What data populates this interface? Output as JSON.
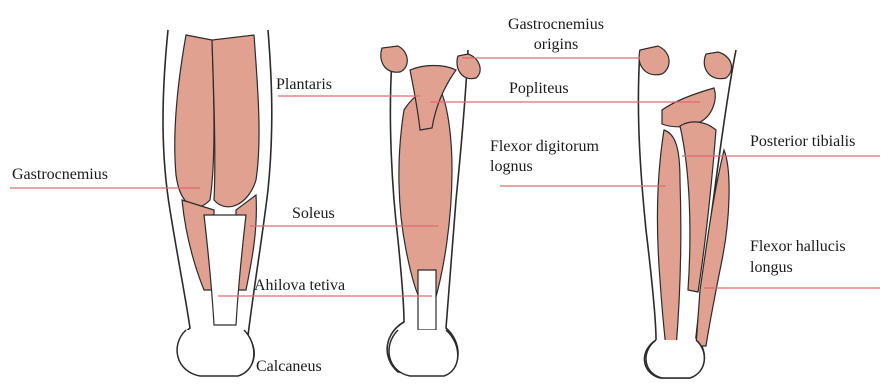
{
  "colors": {
    "muscle": "#e0a191",
    "muscle_dark": "#b96f60",
    "outline": "#2b2b2b",
    "leader_line": "#e06a72",
    "background": "#ffffff"
  },
  "labels": {
    "gastrocnemius": "Gastrocnemius",
    "plantaris": "Plantaris",
    "gastrocnemius_origins_1": "Gastrocnemius",
    "gastrocnemius_origins_2": "origins",
    "popliteus": "Popliteus",
    "flexor_digitorum_1": "Flexor digitorum",
    "flexor_digitorum_2": "lognus",
    "posterior_tibialis": "Posterior tibialis",
    "soleus": "Soleus",
    "flexor_hallucis_1": "Flexor hallucis",
    "flexor_hallucis_2": "longus",
    "achilles": "Ahilova tetiva",
    "calcaneus": "Calcaneus"
  }
}
